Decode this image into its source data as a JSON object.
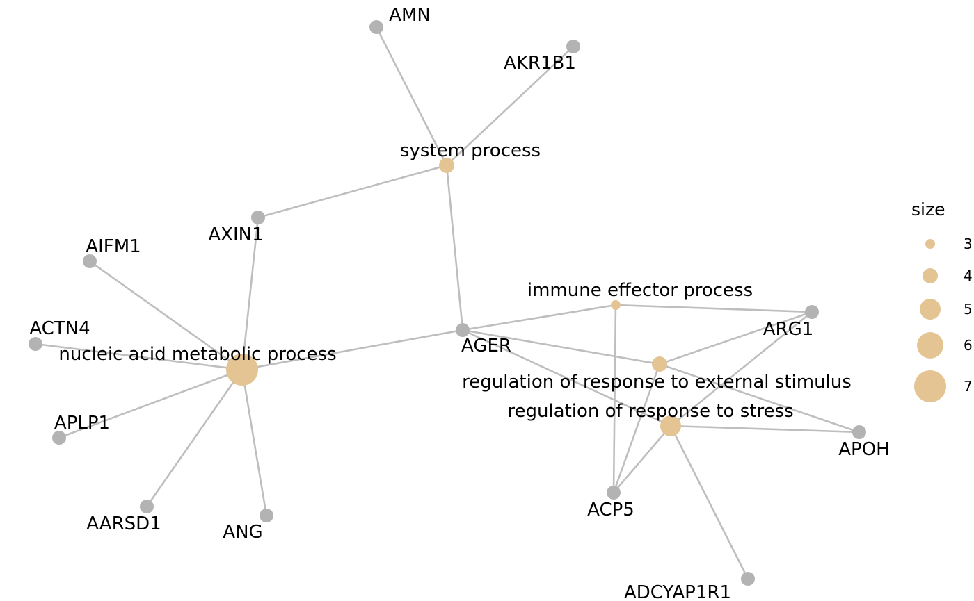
{
  "network": {
    "term_color": "#e5c494",
    "gene_color": "#b3b3b3",
    "edge_color": "#bebebe",
    "nodes": [
      {
        "id": "system_process",
        "label": "system process",
        "type": "term",
        "size": 4
      },
      {
        "id": "immune_effector_process",
        "label": "immune effector process",
        "type": "term",
        "size": 3
      },
      {
        "id": "nucleic_acid_metabolic_process",
        "label": "nucleic acid metabolic process",
        "type": "term",
        "size": 7
      },
      {
        "id": "regulation_ext",
        "label": "regulation of response to external stimulus",
        "type": "term",
        "size": 4
      },
      {
        "id": "regulation_stress",
        "label": "regulation of response to stress",
        "type": "term",
        "size": 5
      },
      {
        "id": "AMN",
        "label": "AMN",
        "type": "gene"
      },
      {
        "id": "AKR1B1",
        "label": "AKR1B1",
        "type": "gene"
      },
      {
        "id": "AXIN1",
        "label": "AXIN1",
        "type": "gene"
      },
      {
        "id": "AIFM1",
        "label": "AIFM1",
        "type": "gene"
      },
      {
        "id": "ACTN4",
        "label": "ACTN4",
        "type": "gene"
      },
      {
        "id": "APLP1",
        "label": "APLP1",
        "type": "gene"
      },
      {
        "id": "AARSD1",
        "label": "AARSD1",
        "type": "gene"
      },
      {
        "id": "ANG",
        "label": "ANG",
        "type": "gene"
      },
      {
        "id": "AGER",
        "label": "AGER",
        "type": "gene"
      },
      {
        "id": "ARG1",
        "label": "ARG1",
        "type": "gene"
      },
      {
        "id": "APOH",
        "label": "APOH",
        "type": "gene"
      },
      {
        "id": "ACP5",
        "label": "ACP5",
        "type": "gene"
      },
      {
        "id": "ADCYAP1R1",
        "label": "ADCYAP1R1",
        "type": "gene"
      }
    ],
    "edges": [
      [
        "AMN",
        "system_process"
      ],
      [
        "AKR1B1",
        "system_process"
      ],
      [
        "AXIN1",
        "system_process"
      ],
      [
        "AGER",
        "system_process"
      ],
      [
        "AXIN1",
        "nucleic_acid_metabolic_process"
      ],
      [
        "AIFM1",
        "nucleic_acid_metabolic_process"
      ],
      [
        "ACTN4",
        "nucleic_acid_metabolic_process"
      ],
      [
        "APLP1",
        "nucleic_acid_metabolic_process"
      ],
      [
        "AARSD1",
        "nucleic_acid_metabolic_process"
      ],
      [
        "ANG",
        "nucleic_acid_metabolic_process"
      ],
      [
        "AGER",
        "nucleic_acid_metabolic_process"
      ],
      [
        "AGER",
        "immune_effector_process"
      ],
      [
        "ARG1",
        "immune_effector_process"
      ],
      [
        "ACP5",
        "immune_effector_process"
      ],
      [
        "AGER",
        "regulation_ext"
      ],
      [
        "ARG1",
        "regulation_ext"
      ],
      [
        "APOH",
        "regulation_ext"
      ],
      [
        "ACP5",
        "regulation_ext"
      ],
      [
        "AGER",
        "regulation_stress"
      ],
      [
        "ARG1",
        "regulation_stress"
      ],
      [
        "APOH",
        "regulation_stress"
      ],
      [
        "ACP5",
        "regulation_stress"
      ],
      [
        "ADCYAP1R1",
        "regulation_stress"
      ]
    ]
  },
  "legend": {
    "title": "size",
    "entries": [
      {
        "value": 3,
        "label": "3"
      },
      {
        "value": 4,
        "label": "4"
      },
      {
        "value": 5,
        "label": "5"
      },
      {
        "value": 6,
        "label": "6"
      },
      {
        "value": 7,
        "label": "7"
      }
    ]
  }
}
